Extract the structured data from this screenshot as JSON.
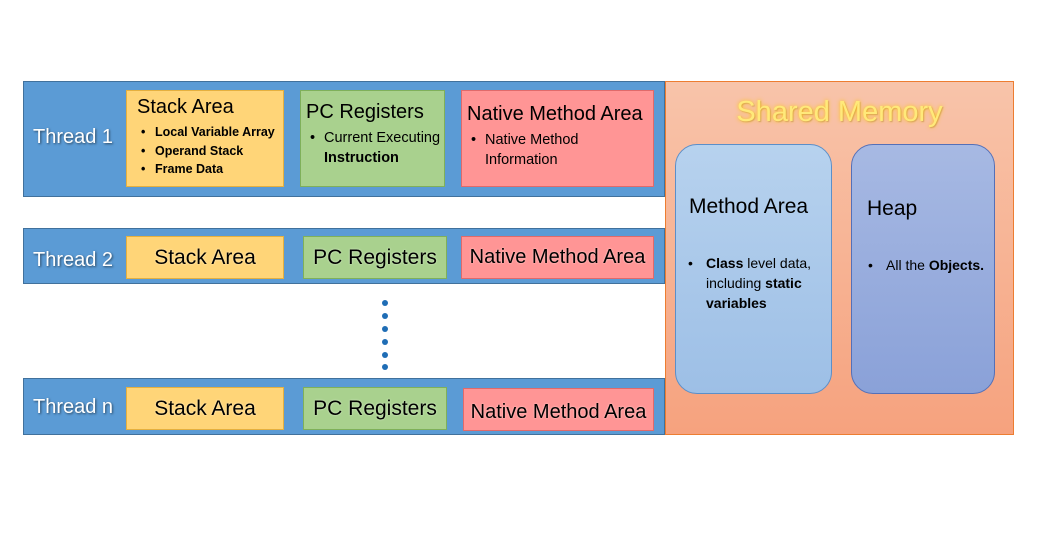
{
  "threads": [
    {
      "label": "Thread 1",
      "stack": {
        "title": "Stack Area",
        "items": [
          "Local Variable Array",
          "Operand Stack",
          "Frame Data"
        ]
      },
      "pc": {
        "title": "PC Registers",
        "item_plain": "Current Executing",
        "item_bold": "Instruction"
      },
      "native": {
        "title": "Native Method Area",
        "item_line1": "Native Method",
        "item_line2": "Information"
      }
    },
    {
      "label": "Thread 2",
      "stack": {
        "title": "Stack Area"
      },
      "pc": {
        "title": "PC Registers"
      },
      "native": {
        "title": "Native Method Area"
      }
    },
    {
      "label": "Thread n",
      "stack": {
        "title": "Stack Area"
      },
      "pc": {
        "title": "PC Registers"
      },
      "native": {
        "title": "Native Method Area"
      }
    }
  ],
  "shared_memory": {
    "title": "Shared Memory",
    "method_area": {
      "title": "Method Area",
      "bullet_bold_1": "Class",
      "bullet_plain": " level data, including ",
      "bullet_bold_2": "static variables"
    },
    "heap": {
      "title": "Heap",
      "bullet_plain": "All the ",
      "bullet_bold": "Objects."
    }
  },
  "colors": {
    "thread_row": "#5b9bd5",
    "stack_area": "#ffd578",
    "pc_registers": "#a9d18e",
    "native_method_area": "#ff9595",
    "shared_memory": "#f8b597",
    "shared_title": "#ffe97a",
    "method_area": "#a9c8eb",
    "heap": "#95aadd",
    "dots": "#1f6db5"
  }
}
